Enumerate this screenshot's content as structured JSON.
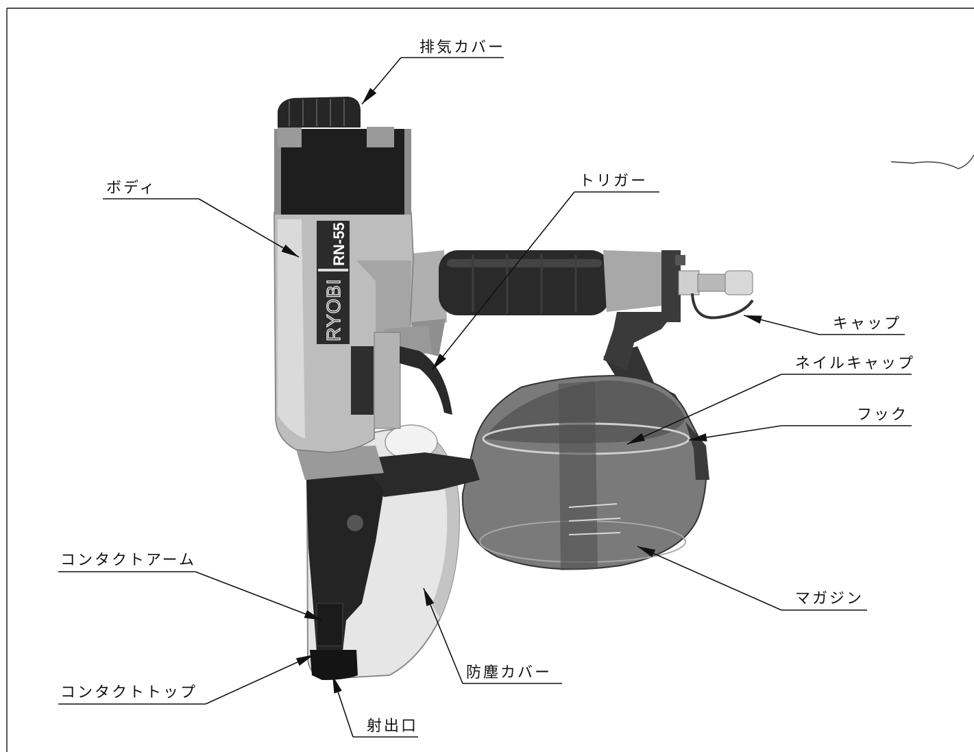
{
  "labels": [
    {
      "id": "exhaust-cover",
      "text": "排気カバー"
    },
    {
      "id": "body",
      "text": "ボディ"
    },
    {
      "id": "trigger",
      "text": "トリガー"
    },
    {
      "id": "cap",
      "text": "キャップ"
    },
    {
      "id": "nail-cap",
      "text": "ネイルキャップ"
    },
    {
      "id": "hook",
      "text": "フック"
    },
    {
      "id": "magazine",
      "text": "マガジン"
    },
    {
      "id": "contact-arm",
      "text": "コンタクトアーム"
    },
    {
      "id": "dust-cover",
      "text": "防塵カバー"
    },
    {
      "id": "contact-top",
      "text": "コンタクトトップ"
    },
    {
      "id": "ejection-port",
      "text": "射出口"
    }
  ],
  "tool": {
    "brand": "RYOBI",
    "model": "RN-55"
  },
  "colors": {
    "ink": "#111111",
    "background": "#ffffff"
  }
}
